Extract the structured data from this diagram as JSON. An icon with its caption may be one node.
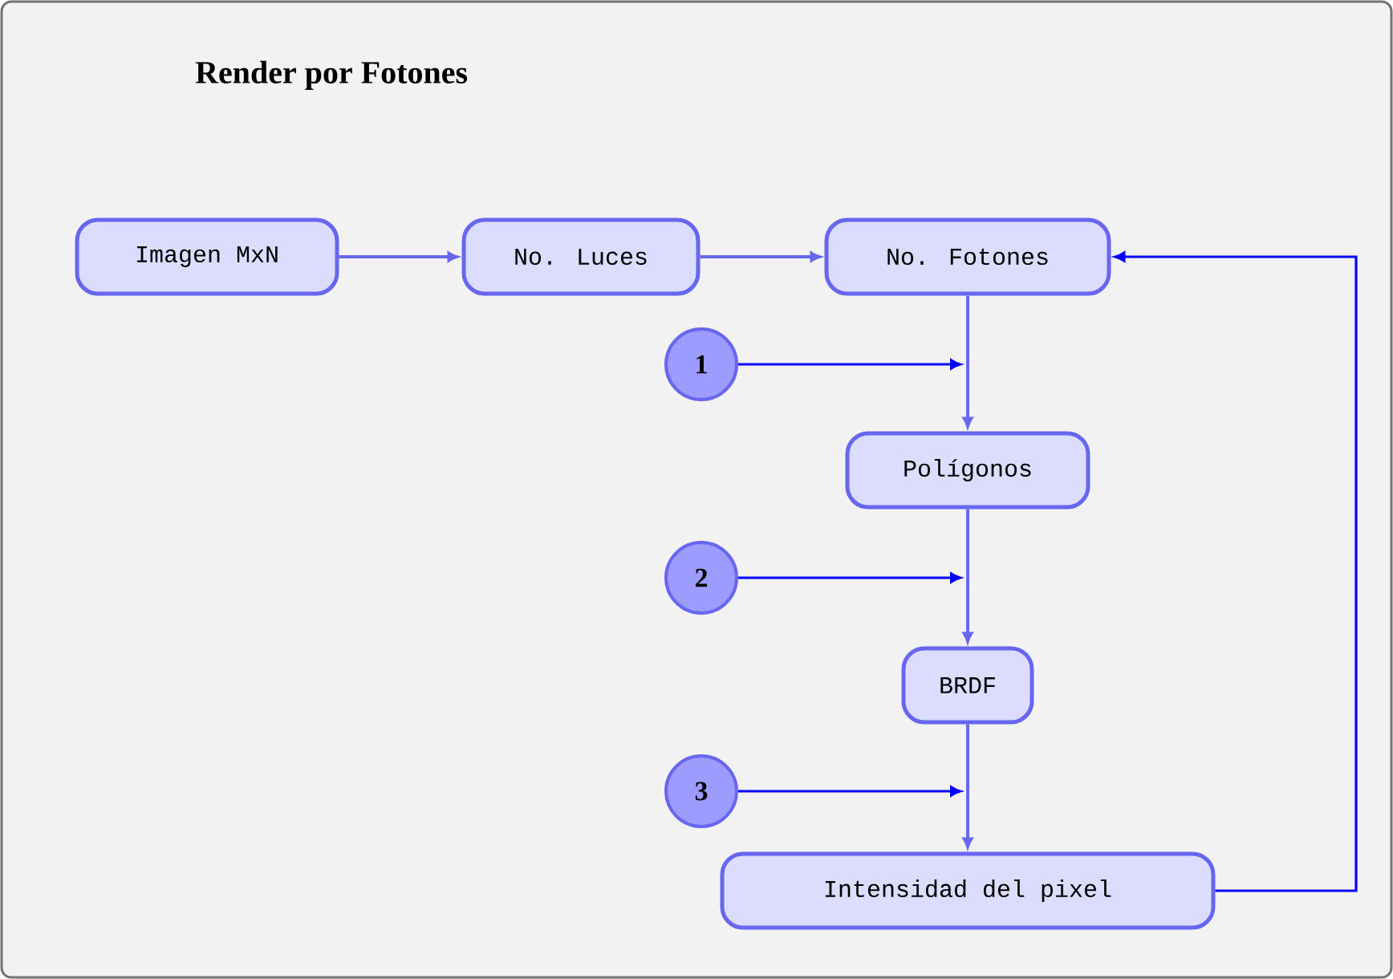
{
  "diagram": {
    "title": "Render por Fotones",
    "nodes": [
      {
        "text": [
          "Imagen MxN"
        ]
      },
      {
        "text": [
          "No. Luces"
        ]
      },
      {
        "text": [
          "No. Fotones"
        ]
      },
      {
        "text": [
          "Polígonos"
        ]
      },
      {
        "text": [
          "BRDF"
        ]
      },
      {
        "text": [
          "Intensidad del pixel"
        ]
      },
      {
        "text": [
          "1"
        ]
      },
      {
        "text": [
          "2"
        ]
      },
      {
        "text": [
          "3"
        ]
      }
    ],
    "edges": [
      {
        "from": 0,
        "to": 1,
        "arrow": "to"
      },
      {
        "from": 1,
        "to": 2,
        "arrow": "to"
      },
      {
        "from": 2,
        "to": 3,
        "arrow": "to"
      },
      {
        "from": 3,
        "to": 4,
        "arrow": "to"
      },
      {
        "from": 4,
        "to": 5,
        "arrow": "to"
      },
      {
        "from": 5,
        "to": 2,
        "arrow": "to",
        "color": "#0000ff"
      },
      {
        "from": 6,
        "to": null,
        "arrow": "to",
        "color": "#0000ff"
      },
      {
        "from": 7,
        "to": null,
        "arrow": "to",
        "color": "#0000ff"
      },
      {
        "from": 8,
        "to": null,
        "arrow": "to",
        "color": "#0000ff"
      }
    ]
  }
}
